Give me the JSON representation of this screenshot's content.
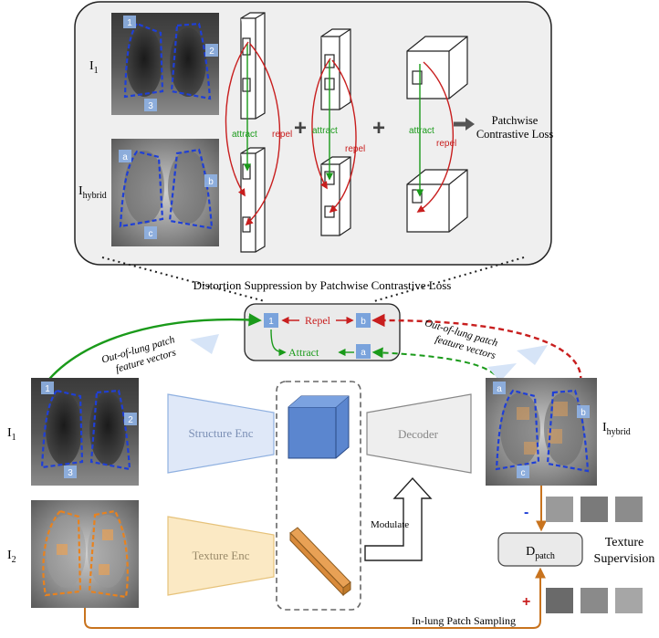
{
  "top_panel": {
    "image_label_1": "I",
    "image_label_1_sub": "1",
    "image_label_hybrid": "I",
    "image_label_hybrid_sub": "hybrid",
    "patches_top": [
      "1",
      "2",
      "3"
    ],
    "patches_bottom": [
      "a",
      "b",
      "c"
    ],
    "attract_label": "attract",
    "repel_label": "repel",
    "plus_symbol": "+",
    "result_line1": "Patchwise",
    "result_line2": "Contrastive Loss"
  },
  "caption": "Distortion Suppression by Patchwise Contrastive Loss",
  "mid_box": {
    "patch_1": "1",
    "patch_b": "b",
    "patch_a": "a",
    "repel": "Repel",
    "attract": "Attract"
  },
  "left_arrow_label": [
    "Out-of-lung patch",
    "feature vectors"
  ],
  "right_arrow_label": [
    "Out-of-lung patch",
    "feature vectors"
  ],
  "bottom": {
    "i1_label": "I",
    "i1_sub": "1",
    "i2_label": "I",
    "i2_sub": "2",
    "ihybrid_label": "I",
    "ihybrid_sub": "hybrid",
    "i1_patches": [
      "1",
      "2",
      "3"
    ],
    "hybrid_patches": [
      "a",
      "b",
      "c"
    ],
    "structure_enc": "Structure Enc",
    "texture_enc": "Texture Enc",
    "decoder": "Decoder",
    "modulate": "Modulate",
    "dpatch": "D",
    "dpatch_sub": "patch",
    "texture_supervision": [
      "Texture",
      "Supervision"
    ],
    "minus": "-",
    "plus": "+",
    "in_lung_sampling": "In-lung Patch Sampling"
  },
  "colors": {
    "blue_dash": "#1f3fd6",
    "orange_dash": "#e8821e",
    "green": "#1a9a1a",
    "red": "#c81e1e",
    "orange_line": "#c8731e",
    "encoder_blue_fill": "#dfe8f8",
    "encoder_blue_stroke": "#8fb0e0",
    "encoder_yellow_fill": "#fbe9c4",
    "encoder_yellow_stroke": "#e6c27a",
    "cube_blue": "#5b86cf",
    "bar_orange": "#e8a155"
  }
}
